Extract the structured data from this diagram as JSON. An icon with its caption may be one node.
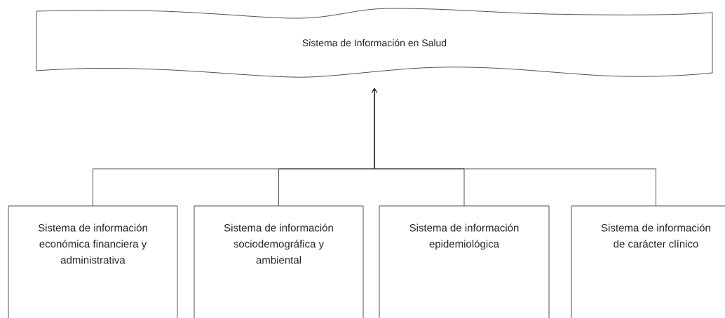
{
  "diagram": {
    "nodes": [
      {
        "text": [
          "Sistema de Información en Salud"
        ]
      },
      {
        "text": [
          "Sistema de información económica financiera y administrativa"
        ]
      },
      {
        "text": [
          "Sistema de información sociodemográfica y ambiental"
        ]
      },
      {
        "text": [
          "Sistema de información epidemiológica"
        ]
      },
      {
        "text": [
          "Sistema de información de carácter clínico"
        ]
      }
    ],
    "edges": [
      {
        "from": 1,
        "to": 0,
        "arrow": "to"
      },
      {
        "from": 2,
        "to": 0,
        "arrow": "to"
      },
      {
        "from": 3,
        "to": 0,
        "arrow": "to"
      },
      {
        "from": 4,
        "to": 0,
        "arrow": "to"
      }
    ]
  }
}
